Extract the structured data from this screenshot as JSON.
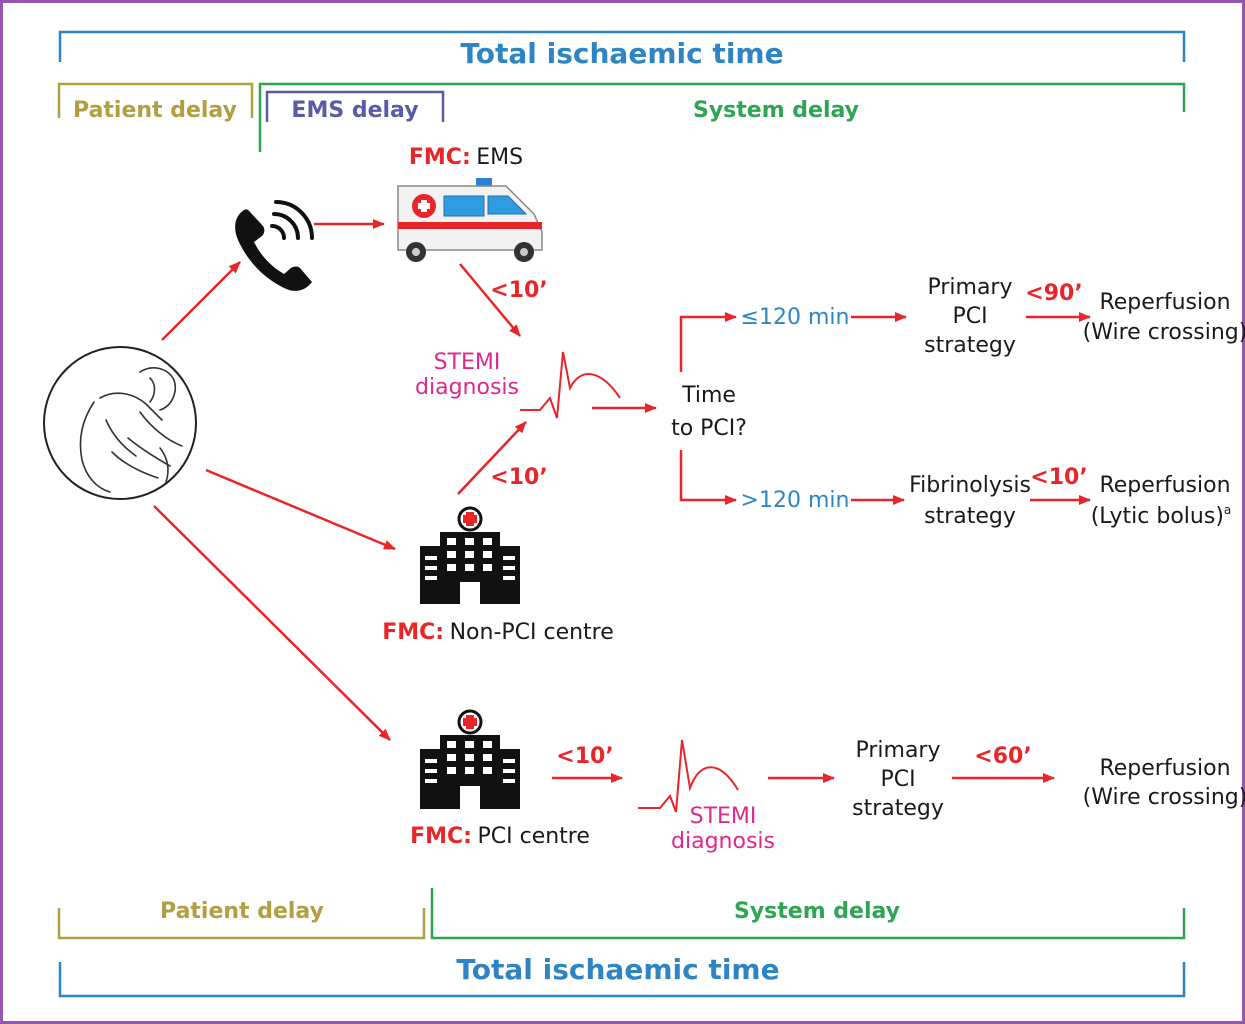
{
  "colors": {
    "blue": "#2f85c3",
    "olive": "#b0a043",
    "indigo": "#5b5aa6",
    "green": "#2ea552",
    "red": "#e8262a",
    "magenta": "#e0288a",
    "frame": "#9656b0",
    "text": "#1a1a1a"
  },
  "header": {
    "total_time": "Total ischaemic time",
    "patient_delay": "Patient delay",
    "ems_delay": "EMS delay",
    "system_delay": "System delay"
  },
  "footer": {
    "patient_delay": "Patient delay",
    "system_delay": "System delay",
    "total_time": "Total ischaemic time"
  },
  "ems": {
    "fmc": "FMC:",
    "place": "EMS"
  },
  "non_pci": {
    "fmc": "FMC:",
    "place": "Non-PCI centre"
  },
  "pci_centre": {
    "fmc": "FMC:",
    "place": "PCI centre"
  },
  "times": {
    "ems_to_dx": "<10’",
    "nonpci_to_dx": "<10’",
    "pci_to_dx": "<10’",
    "ppci_top": "<90’",
    "lysis": "<10’",
    "ppci_bottom": "<60’"
  },
  "stemi_dx": {
    "line1": "STEMI",
    "line2": "diagnosis"
  },
  "decision": {
    "line1": "Time",
    "line2": "to PCI?"
  },
  "branch_top": {
    "label": "≤120 min"
  },
  "branch_bottom": {
    "label": ">120 min"
  },
  "primary_pci": {
    "line1": "Primary",
    "line2": "PCI",
    "line3": "strategy"
  },
  "fibrinolysis": {
    "line1": "Fibrinolysis",
    "line2": "strategy"
  },
  "reperfusion_wire": {
    "line1": "Reperfusion",
    "line2": "(Wire crossing)"
  },
  "reperfusion_lytic": {
    "line1": "Reperfusion",
    "line2": "(Lytic bolus)",
    "footnote": "a"
  }
}
